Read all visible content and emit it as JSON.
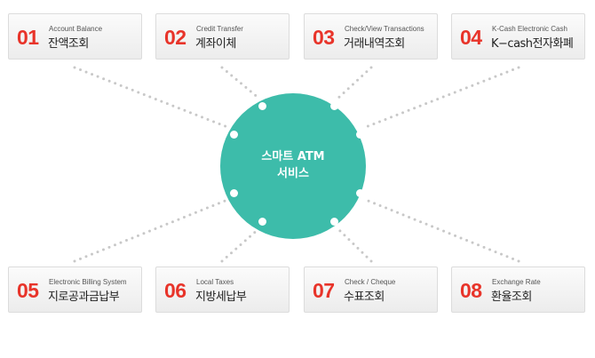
{
  "hub": {
    "line1": "스마트 ATM",
    "line2": "서비스",
    "color": "#3dbcaa"
  },
  "accent_color": "#e8342a",
  "services": [
    {
      "number": "01",
      "english": "Account Balance",
      "korean": "잔액조회"
    },
    {
      "number": "02",
      "english": "Credit Transfer",
      "korean": "계좌이체"
    },
    {
      "number": "03",
      "english": "Check/View Transactions",
      "korean": "거래내역조회"
    },
    {
      "number": "04",
      "english": "K-Cash Electronic Cash",
      "korean": "K−cash전자화폐"
    },
    {
      "number": "05",
      "english": "Electronic Billing System",
      "korean": "지로공과금납부"
    },
    {
      "number": "06",
      "english": "Local Taxes",
      "korean": "지방세납부"
    },
    {
      "number": "07",
      "english": "Check / Cheque",
      "korean": "수표조회"
    },
    {
      "number": "08",
      "english": "Exchange Rate",
      "korean": "환율조회"
    }
  ]
}
